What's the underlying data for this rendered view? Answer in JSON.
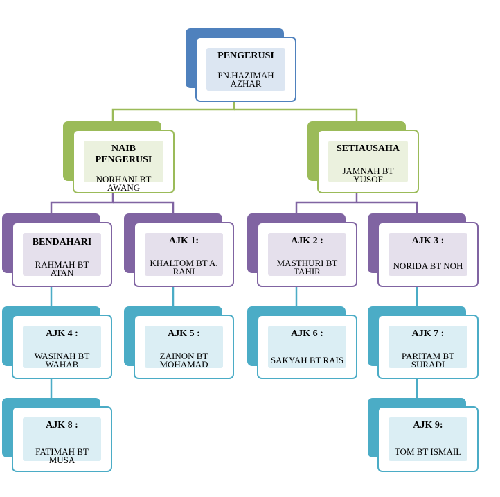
{
  "colors": {
    "top": "#4f81bd",
    "second_level": "#9bbb59",
    "third_level": "#8064a2",
    "fourth_level": "#4bacc6"
  },
  "nodes": {
    "pengerusi": {
      "title": "PENGERUSI",
      "name": "PN.HAZIMAH AZHAR"
    },
    "naib": {
      "title": "NAIB PENGERUSI",
      "name": "NORHANI BT AWANG"
    },
    "setiausaha": {
      "title": "SETIAUSAHA",
      "name": "JAMNAH BT  YUSOF"
    },
    "bendahari": {
      "title": "BENDAHARI",
      "name": "RAHMAH BT ATAN"
    },
    "ajk1": {
      "title": "AJK 1:",
      "name": "KHALTOM BT A. RANI"
    },
    "ajk2": {
      "title": "AJK 2 :",
      "name": "MASTHURI BT TAHIR"
    },
    "ajk3": {
      "title": "AJK 3 :",
      "name": "NORIDA BT NOH"
    },
    "ajk4": {
      "title": "AJK 4 :",
      "name": "WASINAH BT WAHAB"
    },
    "ajk5": {
      "title": "AJK 5  :",
      "name": "ZAINON BT MOHAMAD"
    },
    "ajk6": {
      "title": "AJK 6 :",
      "name": "SAKYAH BT RAIS"
    },
    "ajk7": {
      "title": "AJK 7 :",
      "name": "PARITAM BT SURADI"
    },
    "ajk8": {
      "title": "AJK 8 :",
      "name": "FATIMAH BT MUSA"
    },
    "ajk9": {
      "title": "AJK 9:",
      "name": "TOM BT ISMAIL"
    }
  }
}
